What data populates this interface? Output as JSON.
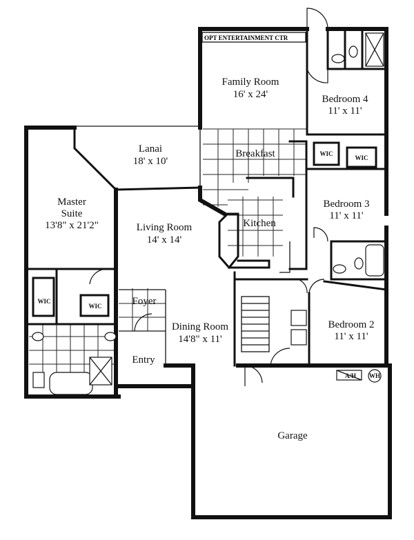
{
  "rooms": {
    "family": {
      "name": "Family Room",
      "size": "16' x 24'"
    },
    "bedroom4": {
      "name": "Bedroom 4",
      "size": "11' x 11'"
    },
    "lanai": {
      "name": "Lanai",
      "size": "18' x 10'"
    },
    "breakfast": {
      "name": "Breakfast"
    },
    "master": {
      "name": "Master",
      "name2": "Suite",
      "size": "13'8\" x 21'2\""
    },
    "living": {
      "name": "Living Room",
      "size": "14' x 14'"
    },
    "kitchen": {
      "name": "Kitchen"
    },
    "bedroom3": {
      "name": "Bedroom 3",
      "size": "11' x 11'"
    },
    "foyer": {
      "name": "Foyer"
    },
    "dining": {
      "name": "Dining Room",
      "size": "14'8\" x 11'"
    },
    "bedroom2": {
      "name": "Bedroom 2",
      "size": "11' x 11'"
    },
    "entry": {
      "name": "Entry"
    },
    "garage": {
      "name": "Garage"
    }
  },
  "labels": {
    "entertainment": "OPT ENTERTAINMENT CTR",
    "wic": "WIC",
    "ah": "A/H",
    "wh": "WH"
  }
}
